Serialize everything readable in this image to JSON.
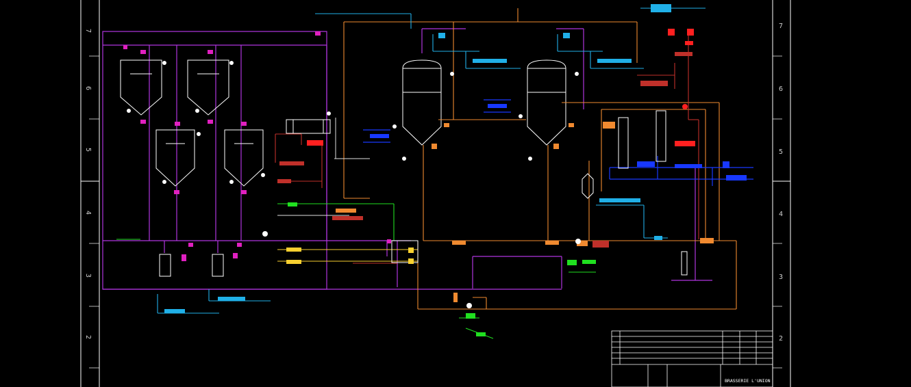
{
  "title_block": {
    "company": "BRASSERIE L'UNION"
  },
  "row_numbers": [
    "7",
    "6",
    "5",
    "4",
    "3",
    "2"
  ],
  "colors": {
    "background": "#000000",
    "frame": "#ffffff",
    "purple": "#b035e0",
    "magenta": "#e020c0",
    "cyan": "#20b0e8",
    "blue": "#1838ff",
    "orange": "#f08a30",
    "red": "#ff2020",
    "dark_red": "#c0302a",
    "green": "#20e020",
    "yellow": "#f8d030",
    "white": "#ffffff"
  }
}
